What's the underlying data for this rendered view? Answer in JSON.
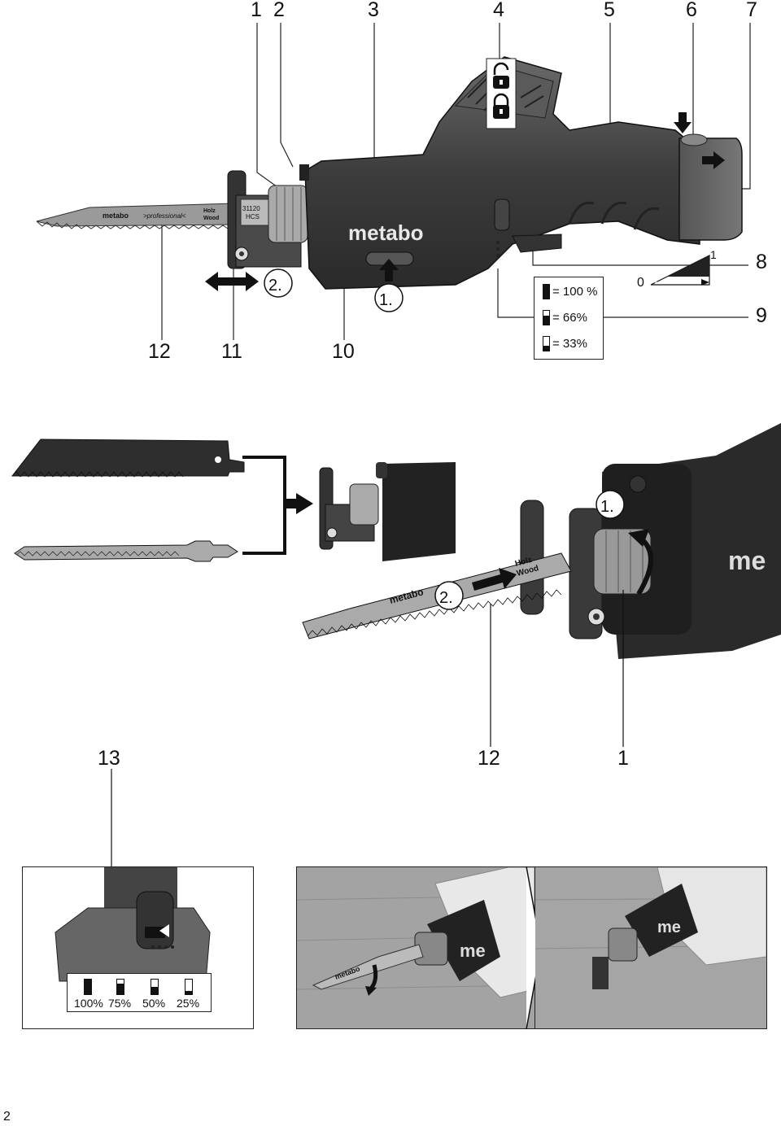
{
  "page_number": "2",
  "figure1": {
    "callouts": [
      "1",
      "2",
      "3",
      "4",
      "5",
      "6",
      "7",
      "8",
      "9",
      "10",
      "11",
      "12"
    ],
    "brand": "metabo",
    "blade_brand": "metabo",
    "blade_text": ">professional<",
    "blade_holz": "Holz",
    "blade_wood": "Wood",
    "blade_code": "31120",
    "blade_hcs": "HCS",
    "step1": "1.",
    "step2": "2.",
    "speed_min": "0",
    "speed_max": "1",
    "battery_legend": [
      {
        "level": 1.0,
        "label": "= 100 %"
      },
      {
        "level": 0.66,
        "label": "= 66%"
      },
      {
        "level": 0.33,
        "label": "= 33%"
      }
    ]
  },
  "figure2": {
    "callouts": [
      "12",
      "1"
    ],
    "step1": "1.",
    "step2": "2.",
    "blade_brand": "metabo",
    "blade_holz": "Holz",
    "blade_wood": "Wood",
    "housing_text": "me"
  },
  "figure3": {
    "callout": "13",
    "battery_levels": [
      {
        "level": 1.0,
        "label": "100%"
      },
      {
        "level": 0.75,
        "label": "75%"
      },
      {
        "level": 0.5,
        "label": "50%"
      },
      {
        "level": 0.25,
        "label": "25%"
      }
    ]
  },
  "figure4": {
    "blade_brand": "metabo",
    "housing_text": "me"
  }
}
